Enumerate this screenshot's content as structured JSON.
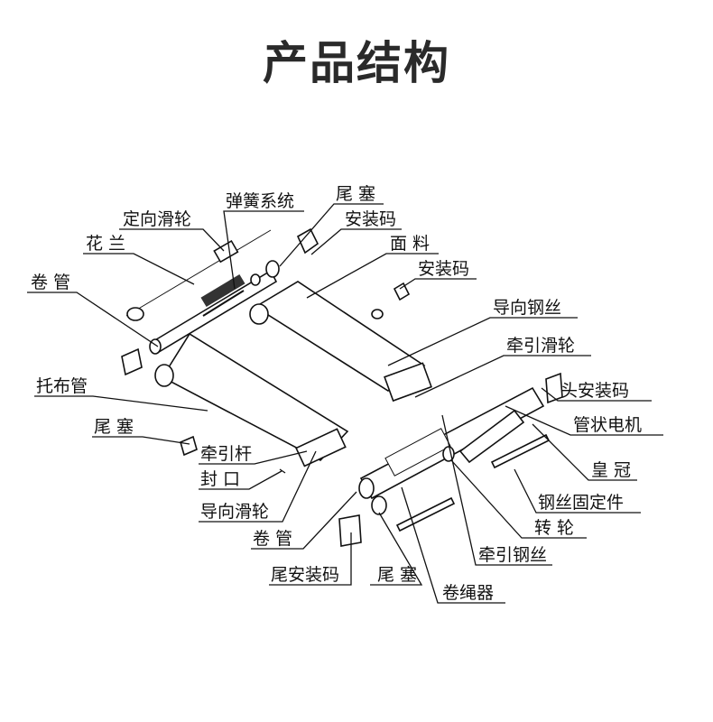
{
  "title": "产品结构",
  "labels": [
    "尾 塞",
    "弹簧系统",
    "安装码",
    "定向滑轮",
    "面 料",
    "花 兰",
    "安装码",
    "卷 管",
    "导向钢丝",
    "牵引滑轮",
    "托布管",
    "头安装码",
    "尾 塞",
    "管状电机",
    "牵引杆",
    "皇 冠",
    "封 口",
    "钢丝固定件",
    "导向滑轮",
    "卷 管",
    "转 轮",
    "牵引钢丝",
    "尾安装码",
    "尾 塞",
    "卷绳器"
  ]
}
